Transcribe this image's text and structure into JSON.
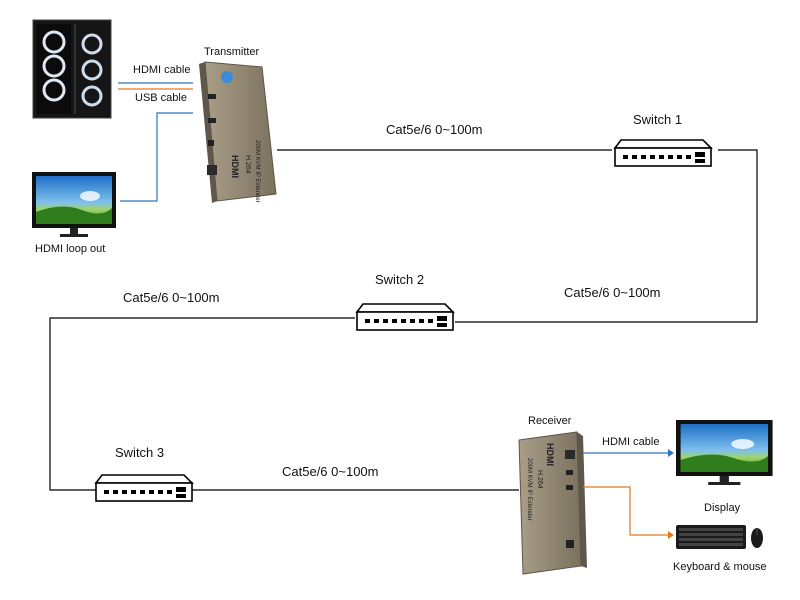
{
  "labels": {
    "transmitter": "Transmitter",
    "hdmi_cable_top": "HDMI cable",
    "usb_cable": "USB cable",
    "hdmi_loop_out": "HDMI loop out",
    "switch1": "Switch 1",
    "switch2": "Switch 2",
    "switch3": "Switch 3",
    "cable_tx_sw1": "Cat5e/6 0~100m",
    "cable_sw1_sw2": "Cat5e/6 0~100m",
    "cable_sw2_sw3": "Cat5e/6 0~100m",
    "cable_sw3_rx": "Cat5e/6 0~100m",
    "receiver": "Receiver",
    "hdmi_cable_bottom": "HDMI cable",
    "display": "Display",
    "keyboard_mouse": "Keyboard & mouse"
  },
  "device_text": {
    "brand": "HDMI",
    "codec": "H.264",
    "model": "200M KVM IP Extender"
  },
  "colors": {
    "hdmi_line": "#2e75c0",
    "usb_line": "#e07a1f",
    "network_line": "#000000",
    "extender_body": "#8f8572",
    "extender_face": "#6f6757"
  },
  "icons": {
    "pc": "pc-tower-icon",
    "monitor": "monitor-icon",
    "switch": "network-switch-icon",
    "extender": "kvm-extender-icon",
    "keyboard": "keyboard-icon",
    "mouse": "mouse-icon"
  }
}
